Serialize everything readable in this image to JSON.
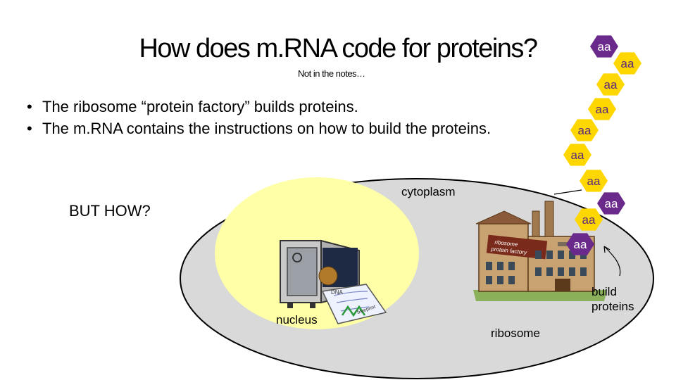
{
  "slide": {
    "title": "How does m.RNA code for proteins?",
    "subtitle": "Not in the notes…",
    "bullets": [
      "The ribosome “protein factory” builds proteins.",
      "The m.RNA contains the instructions on how to build the proteins."
    ],
    "but_how": "BUT HOW?"
  },
  "diagram": {
    "cytoplasm_label": "cytoplasm",
    "nucleus_label": "nucleus",
    "ribosome_label": "ribosome",
    "build_proteins_label": [
      "build",
      "proteins"
    ],
    "factory_sign": [
      "ribosome",
      "protein factory"
    ],
    "blueprint_labels": [
      "DNA",
      "blueprint"
    ],
    "amino_acid_label": "aa",
    "colors": {
      "cytoplasm": "#d9d9d9",
      "nucleus": "#ffffa8",
      "aa_yellow": "#ffd700",
      "aa_purple": "#6a2a8c"
    }
  }
}
